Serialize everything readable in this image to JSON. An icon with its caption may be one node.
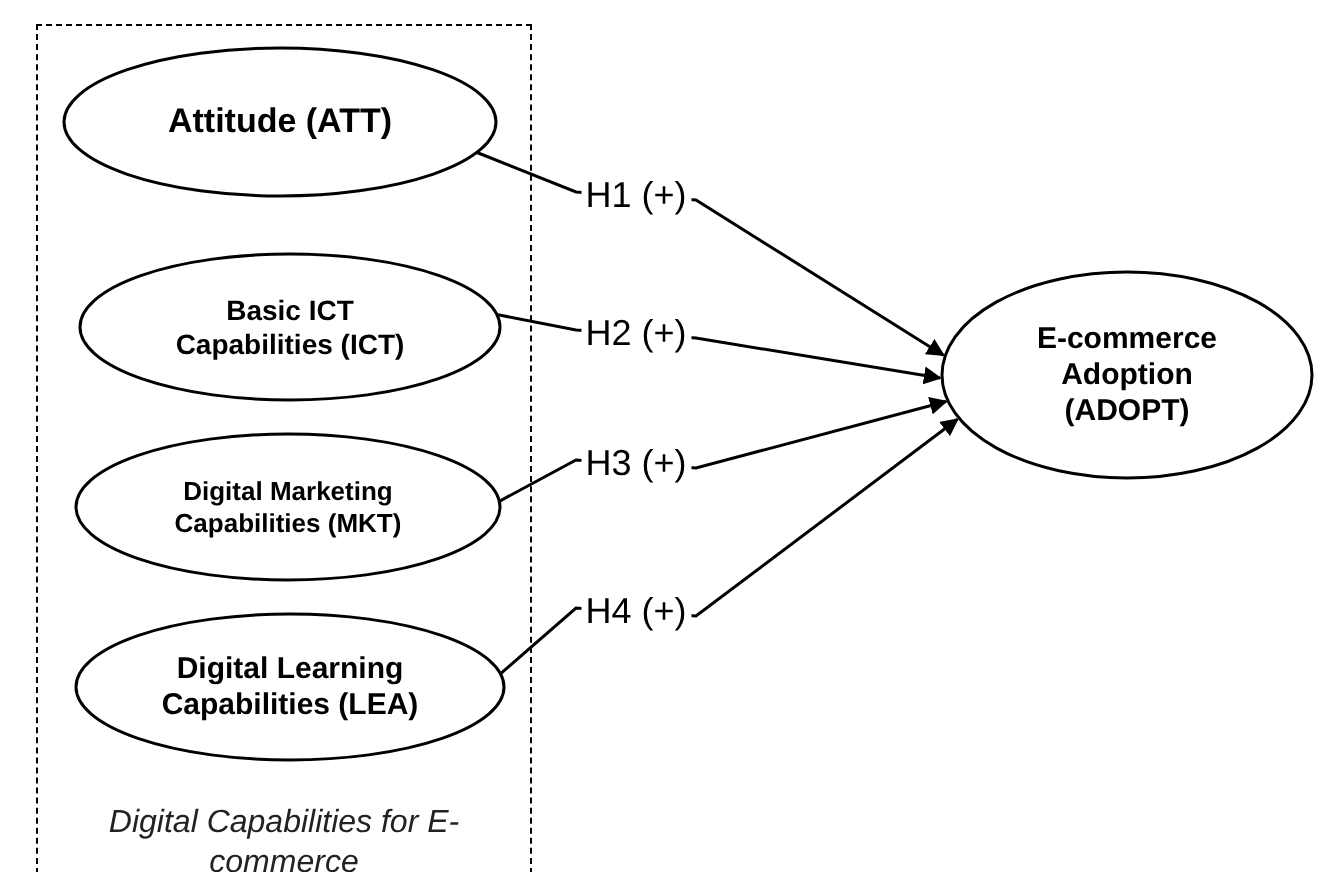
{
  "diagram": {
    "nodes": [
      {
        "text": [
          "Digital Capabilities for E-commerce"
        ]
      },
      {
        "text": [
          "Attitude (ATT)"
        ],
        "in": 0
      },
      {
        "text": [
          "Basic ICT Capabilities (ICT)"
        ],
        "in": 0
      },
      {
        "text": [
          "Digital Marketing Capabilities (MKT)"
        ],
        "in": 0
      },
      {
        "text": [
          "Digital Learning Capabilities (LEA)"
        ],
        "in": 0
      },
      {
        "text": [
          "E-commerce Adoption (ADOPT)"
        ]
      }
    ],
    "edges": [
      {
        "from": 1,
        "to": 5,
        "arrow": "to",
        "label": "H1 (+)"
      },
      {
        "from": 2,
        "to": 5,
        "arrow": "to",
        "label": "H2 (+)"
      },
      {
        "from": 3,
        "to": 5,
        "arrow": "to",
        "label": "H3 (+)"
      },
      {
        "from": 4,
        "to": 5,
        "arrow": "to",
        "label": "H4 (+)"
      }
    ]
  }
}
